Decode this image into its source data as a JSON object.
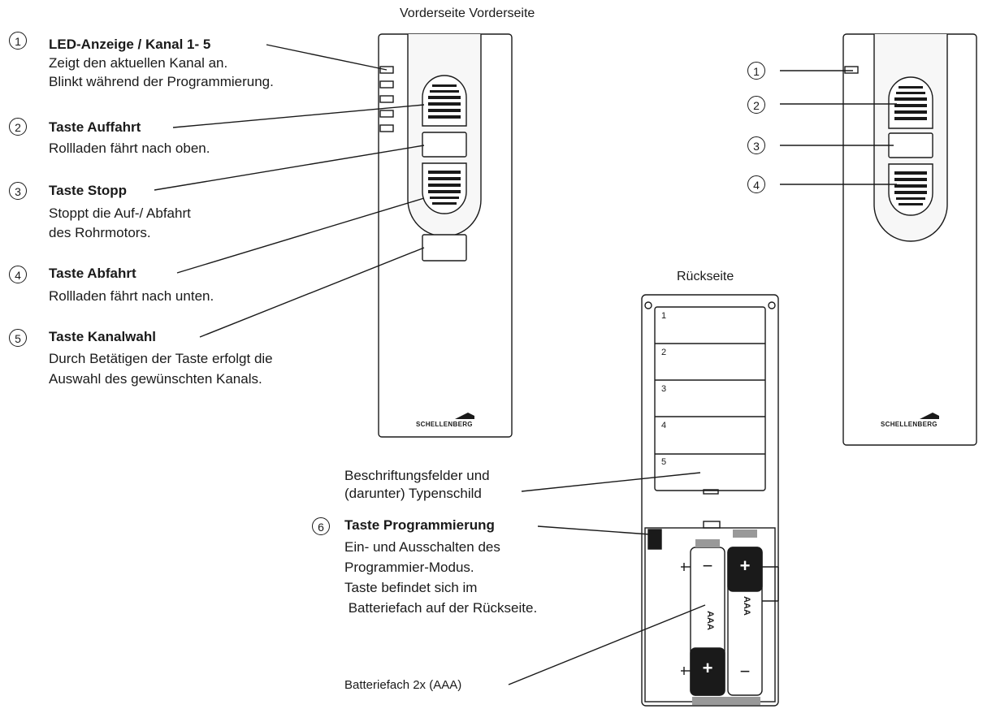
{
  "headers": {
    "front": "Vorderseite Vorderseite",
    "back": "Rückseite"
  },
  "items": [
    {
      "number": "1",
      "title": "LED-Anzeige / Kanal 1- 5",
      "lines": [
        "Zeigt den aktuellen Kanal an.",
        "Blinkt während der Programmierung."
      ]
    },
    {
      "number": "2",
      "title": "Taste Auffahrt",
      "lines": [
        "Rollladen fährt nach oben."
      ]
    },
    {
      "number": "3",
      "title": "Taste Stopp",
      "lines": [
        "Stoppt die Auf-/ Abfahrt",
        "des Rohrmotors."
      ]
    },
    {
      "number": "4",
      "title": "Taste Abfahrt",
      "lines": [
        "Rollladen fährt nach unten."
      ]
    },
    {
      "number": "5",
      "title": "Taste Kanalwahl",
      "lines": [
        "Durch Betätigen der Taste erfolgt die",
        "Auswahl des gewünschten Kanals."
      ]
    },
    {
      "number": "6",
      "title": "Taste Programmierung",
      "lines": [
        "Ein- und Ausschalten des",
        "Programmier-Modus.",
        "Taste befindet sich im",
        " Batteriefach auf der Rückseite."
      ]
    }
  ],
  "right_callouts": [
    "1",
    "2",
    "3",
    "4"
  ],
  "labels": {
    "fields_line1": "Beschriftungsfelder und",
    "fields_line2": "(darunter) Typenschild",
    "battery": "Batteriefach 2x (AAA)"
  },
  "brand": "SCHELLENBERG",
  "slots": [
    "1",
    "2",
    "3",
    "4",
    "5"
  ],
  "battery_type": "AAA",
  "battery_plus": "+",
  "battery_minus": "−"
}
